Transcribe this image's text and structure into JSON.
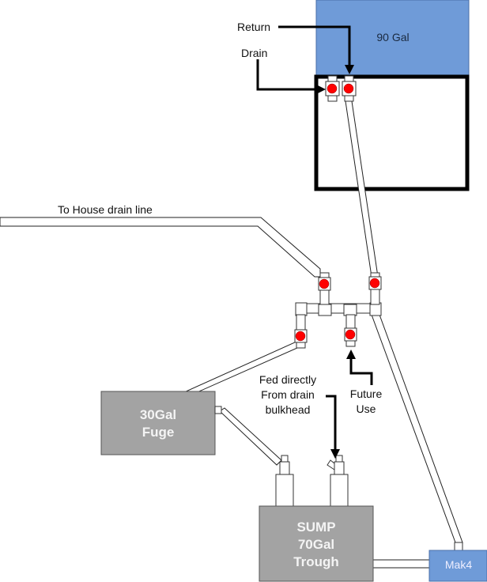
{
  "labels": {
    "main_tank": "90 Gal",
    "return": "Return",
    "drain": "Drain",
    "house_drain": "To House drain line",
    "fuge_line1": "30Gal",
    "fuge_line2": "Fuge",
    "sump_line1": "SUMP",
    "sump_line2": "70Gal",
    "sump_line3": "Trough",
    "pump": "Mak4",
    "fed_line1": "Fed directly",
    "fed_line2": "From drain",
    "fed_line3": "bulkhead",
    "future_line1": "Future",
    "future_line2": "Use"
  },
  "colors": {
    "tank_blue": "#6f9bd8",
    "box_gray": "#a3a3a3",
    "valve_red": "#ff0000"
  }
}
